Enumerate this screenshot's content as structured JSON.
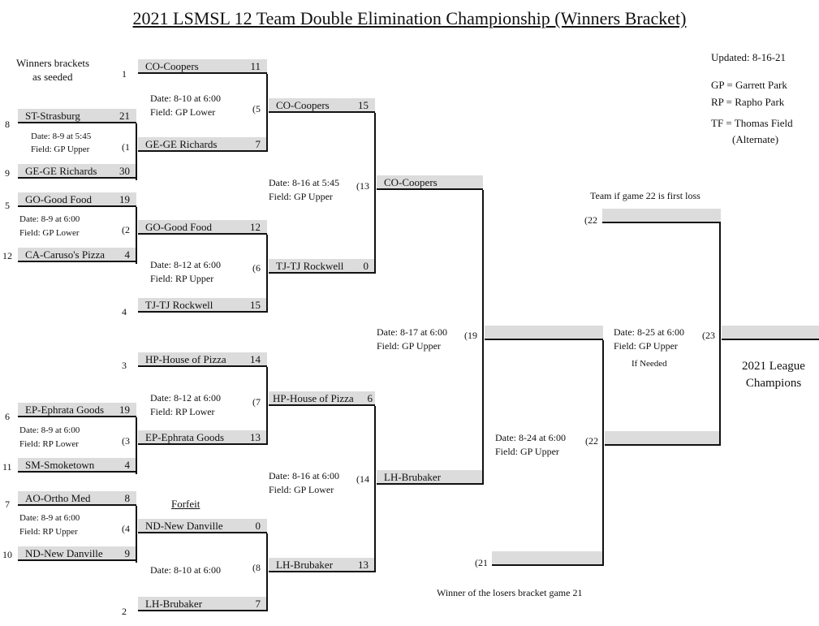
{
  "title": "2021 LSMSL 12 Team Double Elimination Championship (Winners Bracket)",
  "seeded_note": [
    "Winners brackets",
    "as seeded"
  ],
  "updated": "Updated: 8-16-21",
  "legend": {
    "gp": "GP = Garrett Park",
    "rp": "RP = Rapho Park",
    "tf": "TF = Thomas Field",
    "tf_alt": "(Alternate)"
  },
  "seeds": {
    "s1": "1",
    "s8": "8",
    "s9": "9",
    "s5": "5",
    "s12": "12",
    "s4": "4",
    "s3": "3",
    "s6": "6",
    "s11": "11",
    "s7": "7",
    "s10": "10",
    "s2": "2"
  },
  "round1": [
    {
      "team": "ST-Strasburg",
      "score": "21"
    },
    {
      "team": "GE-GE Richards",
      "score": "30"
    },
    {
      "team": "GO-Good Food",
      "score": "19"
    },
    {
      "team": "CA-Caruso's Pizza",
      "score": "4"
    },
    {
      "team": "EP-Ephrata Goods",
      "score": "19"
    },
    {
      "team": "SM-Smoketown",
      "score": "4"
    },
    {
      "team": "AO-Ortho Med",
      "score": "8"
    },
    {
      "team": "ND-New Danville",
      "score": "9"
    }
  ],
  "round2": [
    {
      "team": "CO-Coopers",
      "score": "11"
    },
    {
      "team": "GE-GE Richards",
      "score": "7"
    },
    {
      "team": "GO-Good Food",
      "score": "12"
    },
    {
      "team": "TJ-TJ Rockwell",
      "score": "15"
    },
    {
      "team": "HP-House of Pizza",
      "score": "14"
    },
    {
      "team": "EP-Ephrata Goods",
      "score": "13"
    },
    {
      "team": "ND-New Danville",
      "score": "0"
    },
    {
      "team": "LH-Brubaker",
      "score": "7"
    }
  ],
  "round3": [
    {
      "team": "CO-Coopers",
      "score": "15"
    },
    {
      "team": "TJ-TJ Rockwell",
      "score": "0"
    },
    {
      "team": "HP-House of Pizza",
      "score": "6"
    },
    {
      "team": "LH-Brubaker",
      "score": "13"
    }
  ],
  "round4": [
    {
      "team": "CO-Coopers"
    },
    {
      "team": "LH-Brubaker"
    }
  ],
  "games": {
    "g1": {
      "num": "(1",
      "date": "Date: 8-9 at 5:45",
      "field": "Field: GP Upper"
    },
    "g2": {
      "num": "(2",
      "date": "Date: 8-9 at 6:00",
      "field": "Field: GP Lower"
    },
    "g3": {
      "num": "(3",
      "date": "Date: 8-9 at 6:00",
      "field": "Field: RP Lower"
    },
    "g4": {
      "num": "(4",
      "date": "Date: 8-9 at 6:00",
      "field": "Field: RP Upper"
    },
    "g5": {
      "num": "(5",
      "date": "Date: 8-10 at 6:00",
      "field": "Field: GP Lower"
    },
    "g6": {
      "num": "(6",
      "date": "Date: 8-12 at 6:00",
      "field": "Field: RP Upper"
    },
    "g7": {
      "num": "(7",
      "date": "Date: 8-12 at 6:00",
      "field": "Field: RP Lower"
    },
    "g8": {
      "num": "(8",
      "date": "Date: 8-10 at 6:00"
    },
    "g13": {
      "num": "(13",
      "date": "Date: 8-16 at 5:45",
      "field": "Field: GP Upper"
    },
    "g14": {
      "num": "(14",
      "date": "Date: 8-16 at 6:00",
      "field": "Field: GP Lower"
    },
    "g19": {
      "num": "(19",
      "date": "Date: 8-17 at 6:00",
      "field": "Field: GP Upper"
    },
    "g21": {
      "num": "(21"
    },
    "g22top": {
      "num": "(22"
    },
    "g22": {
      "num": "(22",
      "date": "Date: 8-24 at 6:00",
      "field": "Field: GP Upper"
    },
    "g23": {
      "num": "(23",
      "date": "Date: 8-25 at 6:00",
      "field": "Field: GP Upper",
      "note": "If Needed"
    }
  },
  "forfeit": "Forfeit",
  "team_if_22": "Team if game 22 is first loss",
  "losers_winner": "Winner of the losers bracket game 21",
  "champions": [
    "2021 League",
    "Champions"
  ]
}
